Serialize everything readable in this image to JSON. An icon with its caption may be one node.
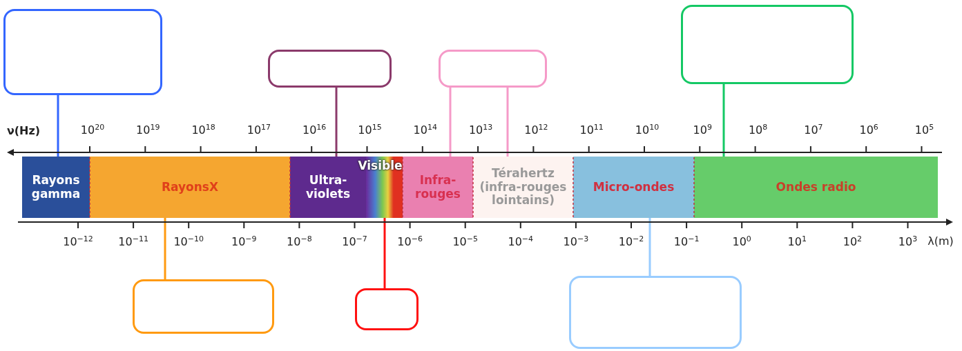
{
  "diagram": {
    "nodes": [
      {
        "text": [],
        "shape": "box"
      },
      {
        "text": [],
        "shape": "box"
      },
      {
        "text": [],
        "shape": "box"
      },
      {
        "text": [],
        "shape": "box"
      },
      {
        "text": [
          "Rayons gamma"
        ]
      },
      {
        "text": [
          "RayonsX"
        ]
      },
      {
        "text": [
          "Ultra-violets"
        ]
      },
      {
        "text": [
          "Visible"
        ]
      },
      {
        "text": [
          "Infra-rouges"
        ]
      },
      {
        "text": [
          "Térahertz (infra-rouges lointains)"
        ]
      },
      {
        "text": [
          "Micro-ondes"
        ]
      },
      {
        "text": [
          "Ondes radio"
        ]
      },
      {
        "text": [],
        "shape": "box"
      },
      {
        "text": [],
        "shape": "box"
      },
      {
        "text": [],
        "shape": "box"
      }
    ],
    "edges": [
      {
        "from": 0,
        "to": 4,
        "arrow": "none",
        "color": "#3366ff"
      },
      {
        "from": 1,
        "to": 6,
        "arrow": "none",
        "color": "#8b3a6b"
      },
      {
        "from": 2,
        "to": 8,
        "arrow": "none",
        "color": "#f59ac8"
      },
      {
        "from": 2,
        "to": 9,
        "arrow": "none",
        "color": "#f59ac8"
      },
      {
        "from": 3,
        "to": 11,
        "arrow": "none",
        "color": "#14c864"
      },
      {
        "from": 12,
        "to": 5,
        "arrow": "none",
        "color": "#ff9a10"
      },
      {
        "from": 13,
        "to": 7,
        "arrow": "none",
        "color": "#ff1010"
      },
      {
        "from": 14,
        "to": 10,
        "arrow": "none",
        "color": "#99ccff"
      }
    ],
    "labels": [
      "ν(Hz)",
      "10$^{20}$",
      "10$^{19}$",
      "10$^{18}$",
      "10$^{17}$",
      "10$^{16}$",
      "10$^{15}$",
      "10$^{14}$",
      "10$^{13}$",
      "10$^{12}$",
      "10$^{11}$",
      "10$^{10}$",
      "10$^{9}$",
      "10$^{8}$",
      "10$^{7}$",
      "10$^{6}$",
      "10$^{5}$",
      "10$^{−12}$",
      "10$^{−11}$",
      "10$^{−10}$",
      "10$^{−9}$",
      "10$^{−8}$",
      "10$^{−7}$",
      "10$^{−6}$",
      "10$^{−5}$",
      "10$^{−4}$",
      "10$^{−3}$",
      "10$^{−2}$",
      "10$^{−1}$",
      "10$^{0}$",
      "10$^{1}$",
      "10$^{2}$",
      "10$^{3}$",
      "λ(m)"
    ]
  }
}
